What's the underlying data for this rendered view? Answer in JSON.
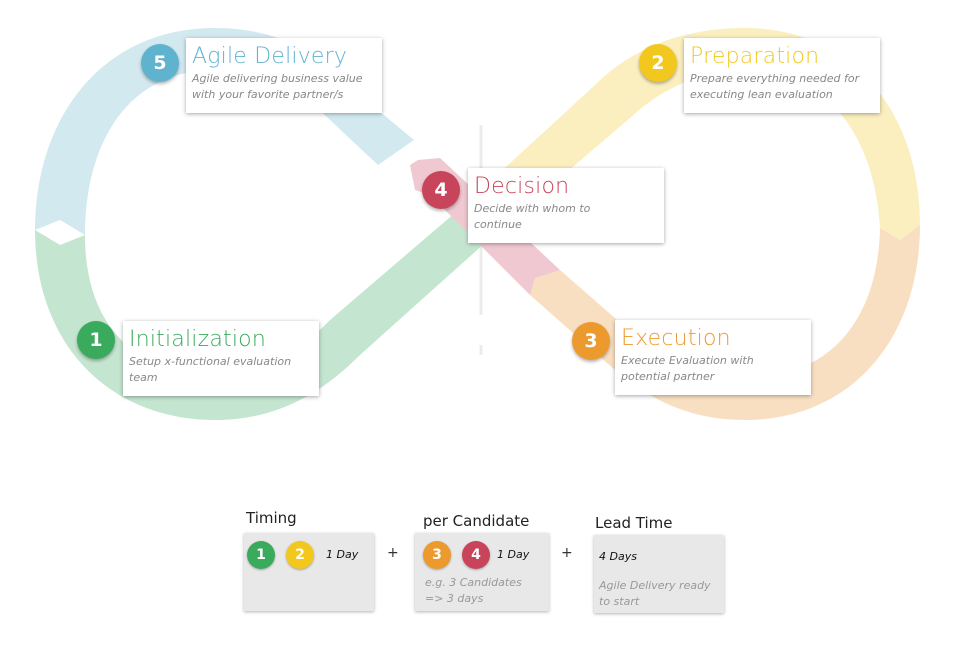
{
  "colors": {
    "green": "#3aaa5c",
    "yellow": "#f2c81e",
    "orange": "#ec9a2e",
    "red": "#c8445a",
    "blue": "#5fb3cf",
    "green_light": "#c4e6d1",
    "yellow_light": "#fbefbf",
    "orange_light": "#f9dfc2",
    "red_light": "#efc8d1",
    "blue_light": "#d3e9f0"
  },
  "steps": [
    {
      "number": "1",
      "title": "Initialization",
      "description": "Setup x-functional evaluation team"
    },
    {
      "number": "2",
      "title": "Preparation",
      "description": "Prepare everything needed for executing lean evaluation"
    },
    {
      "number": "3",
      "title": "Execution",
      "description": "Execute Evaluation with potential partner"
    },
    {
      "number": "4",
      "title": "Decision",
      "description": "Decide with whom to continue"
    },
    {
      "number": "5",
      "title": "Agile Delivery",
      "description": "Agile delivering business value with your favorite partner/s"
    }
  ],
  "timing": {
    "label": "Timing",
    "badges": [
      "1",
      "2"
    ],
    "duration": "1 Day"
  },
  "per_candidate": {
    "label": "per Candidate",
    "badges": [
      "3",
      "4"
    ],
    "duration": "1 Day",
    "note_line1": "e.g. 3 Candidates",
    "note_line2": "=> 3 days"
  },
  "lead_time": {
    "label": "Lead Time",
    "duration": "4 Days",
    "note_line1": "Agile Delivery ready",
    "note_line2": "to start"
  },
  "operators": {
    "plus": "+"
  }
}
